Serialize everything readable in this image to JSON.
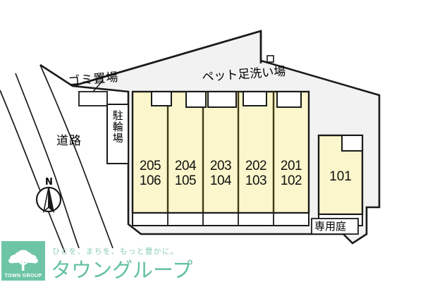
{
  "site_map": {
    "type": "property-site-plan",
    "colors": {
      "building_fill": "#fbf6cb",
      "site_fill": "#f2f2f2",
      "outline": "#1a1a1a",
      "white_fill": "#ffffff",
      "brand_green": "#63c0a2",
      "logo_green": "#6ec5a6"
    },
    "labels": {
      "trash_area": "ゴミ置場",
      "pet_wash_area": "ペット足洗い場",
      "road": "道路",
      "bicycle_parking": "駐輪場",
      "private_garden": "専用庭",
      "north": "N"
    },
    "units": [
      {
        "upper": "205",
        "lower": "106"
      },
      {
        "upper": "204",
        "lower": "105"
      },
      {
        "upper": "203",
        "lower": "104"
      },
      {
        "upper": "202",
        "lower": "103"
      },
      {
        "upper": "201",
        "lower": "102"
      }
    ],
    "corner_unit": "101"
  },
  "footer": {
    "logo_text": "TOWN GROUP",
    "tagline": "ひとを、まちを、もっと豊かに。",
    "brand": "タウングループ"
  }
}
